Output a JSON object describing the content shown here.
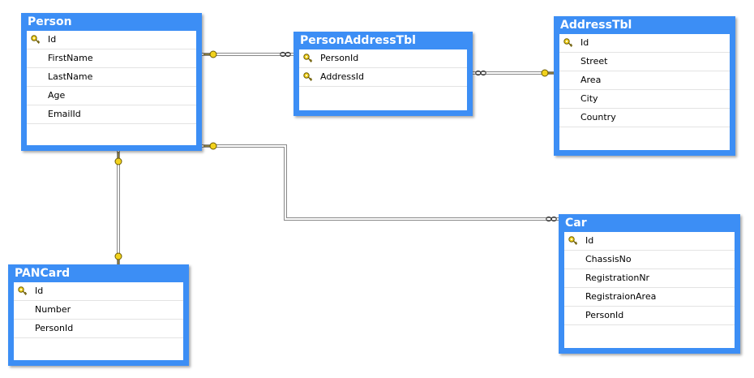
{
  "tables": {
    "person": {
      "title": "Person",
      "columns": [
        {
          "name": "Id",
          "pk": true
        },
        {
          "name": "FirstName",
          "pk": false
        },
        {
          "name": "LastName",
          "pk": false
        },
        {
          "name": "Age",
          "pk": false
        },
        {
          "name": "EmailId",
          "pk": false
        }
      ]
    },
    "person_address": {
      "title": "PersonAddressTbl",
      "columns": [
        {
          "name": "PersonId",
          "pk": true
        },
        {
          "name": "AddressId",
          "pk": true
        }
      ]
    },
    "address": {
      "title": "AddressTbl",
      "columns": [
        {
          "name": "Id",
          "pk": true
        },
        {
          "name": "Street",
          "pk": false
        },
        {
          "name": "Area",
          "pk": false
        },
        {
          "name": "City",
          "pk": false
        },
        {
          "name": "Country",
          "pk": false
        }
      ]
    },
    "pancard": {
      "title": "PANCard",
      "columns": [
        {
          "name": "Id",
          "pk": true
        },
        {
          "name": "Number",
          "pk": false
        },
        {
          "name": "PersonId",
          "pk": false
        }
      ]
    },
    "car": {
      "title": "Car",
      "columns": [
        {
          "name": "Id",
          "pk": true
        },
        {
          "name": "ChassisNo",
          "pk": false
        },
        {
          "name": "RegistrationNr",
          "pk": false
        },
        {
          "name": "RegistraionArea",
          "pk": false
        },
        {
          "name": "PersonId",
          "pk": false
        }
      ]
    }
  },
  "relationships": [
    {
      "name": "person-to-personaddress",
      "from": "Person",
      "to": "PersonAddressTbl",
      "from_end": "one",
      "to_end": "many"
    },
    {
      "name": "address-to-personaddress",
      "from": "AddressTbl",
      "to": "PersonAddressTbl",
      "from_end": "one",
      "to_end": "many"
    },
    {
      "name": "person-to-pancard",
      "from": "Person",
      "to": "PANCard",
      "from_end": "one",
      "to_end": "one"
    },
    {
      "name": "person-to-car",
      "from": "Person",
      "to": "Car",
      "from_end": "one",
      "to_end": "many"
    }
  ],
  "colors": {
    "table_header": "#3c8ef5",
    "key_icon": "#f2d21d",
    "connector": "#808080",
    "title_text": "#ffffff"
  },
  "icons": {
    "primary_key": "key-icon",
    "one_end": "key-icon",
    "many_end": "infinity-icon"
  }
}
